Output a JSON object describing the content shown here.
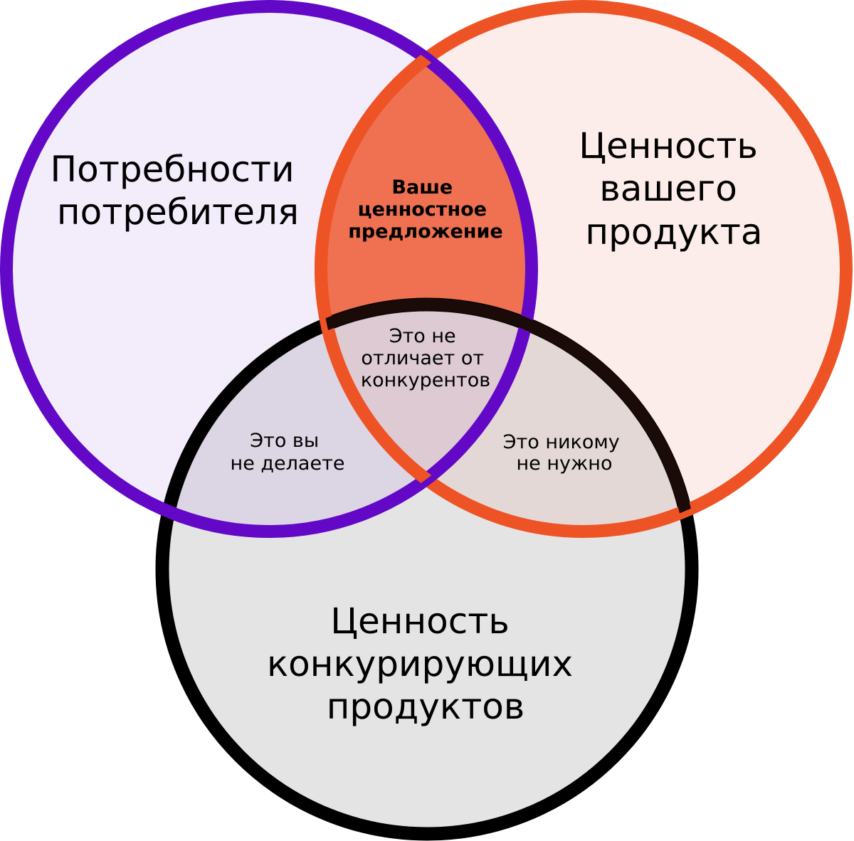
{
  "diagram": {
    "type": "venn",
    "colors": {
      "consumer_stroke": "#6208c6",
      "consumer_fill": "#f2ecfb",
      "product_stroke": "#ee5326",
      "product_fill": "#fcedea",
      "competitors_stroke": "#000000",
      "competitors_fill": "#e4e4e4",
      "consumer_product_fill": "#ef7152",
      "consumer_competitors_fill": "#dcd5e3",
      "product_competitors_fill": "#e4d8d6",
      "all_three_fill": "#ddcad2"
    },
    "circles": {
      "consumer_needs": {
        "line1": "Потребности",
        "line2": "потребителя"
      },
      "product_value": {
        "line1": "Ценность",
        "line2": "вашего",
        "line3": "продукта"
      },
      "competitor_value": {
        "line1": "Ценность",
        "line2": "конкурирующих",
        "line3": "продуктов"
      }
    },
    "intersections": {
      "value_proposition": {
        "line1": "Ваше",
        "line2": "ценностное",
        "line3": "предложение"
      },
      "not_differentiating": {
        "line1": "Это не",
        "line2": "отличает от",
        "line3": "конкурентов"
      },
      "you_dont_do": {
        "line1": "Это вы",
        "line2": "не делаете"
      },
      "nobody_needs": {
        "line1": "Это никому",
        "line2": "не нужно"
      }
    }
  }
}
